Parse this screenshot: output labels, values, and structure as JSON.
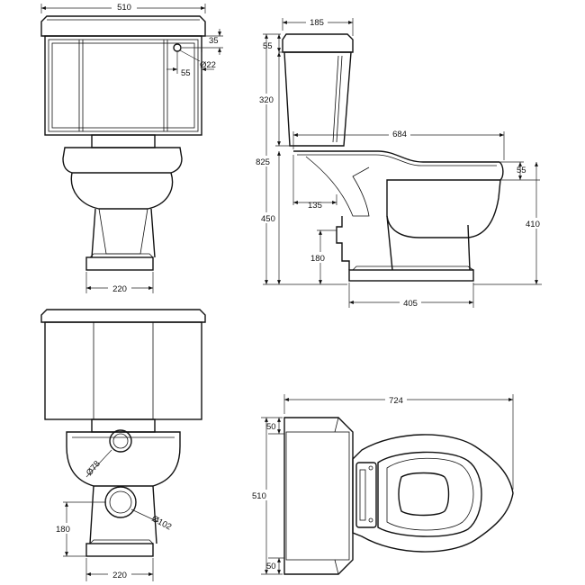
{
  "front_view": {
    "tank_width": "510",
    "inlet_from_top": "35",
    "inlet_diameter": "Ø22",
    "inlet_from_side": "55",
    "pedestal_width": "220"
  },
  "side_view": {
    "tank_depth": "185",
    "lid_height": "55",
    "tank_height": "320",
    "total_height": "825",
    "projection": "684",
    "rim_offset": "55",
    "pan_height": "450",
    "seat_height": "410",
    "outlet_offset": "135",
    "outlet_height": "180",
    "base_length": "405"
  },
  "rear_view": {
    "inlet_diameter": "Ø78",
    "outlet_diameter": "Ø102",
    "outlet_height": "180",
    "pedestal_width": "220"
  },
  "plan_view": {
    "overall_length": "724",
    "tank_width": "510",
    "top_margin": "50",
    "bottom_margin": "50"
  }
}
